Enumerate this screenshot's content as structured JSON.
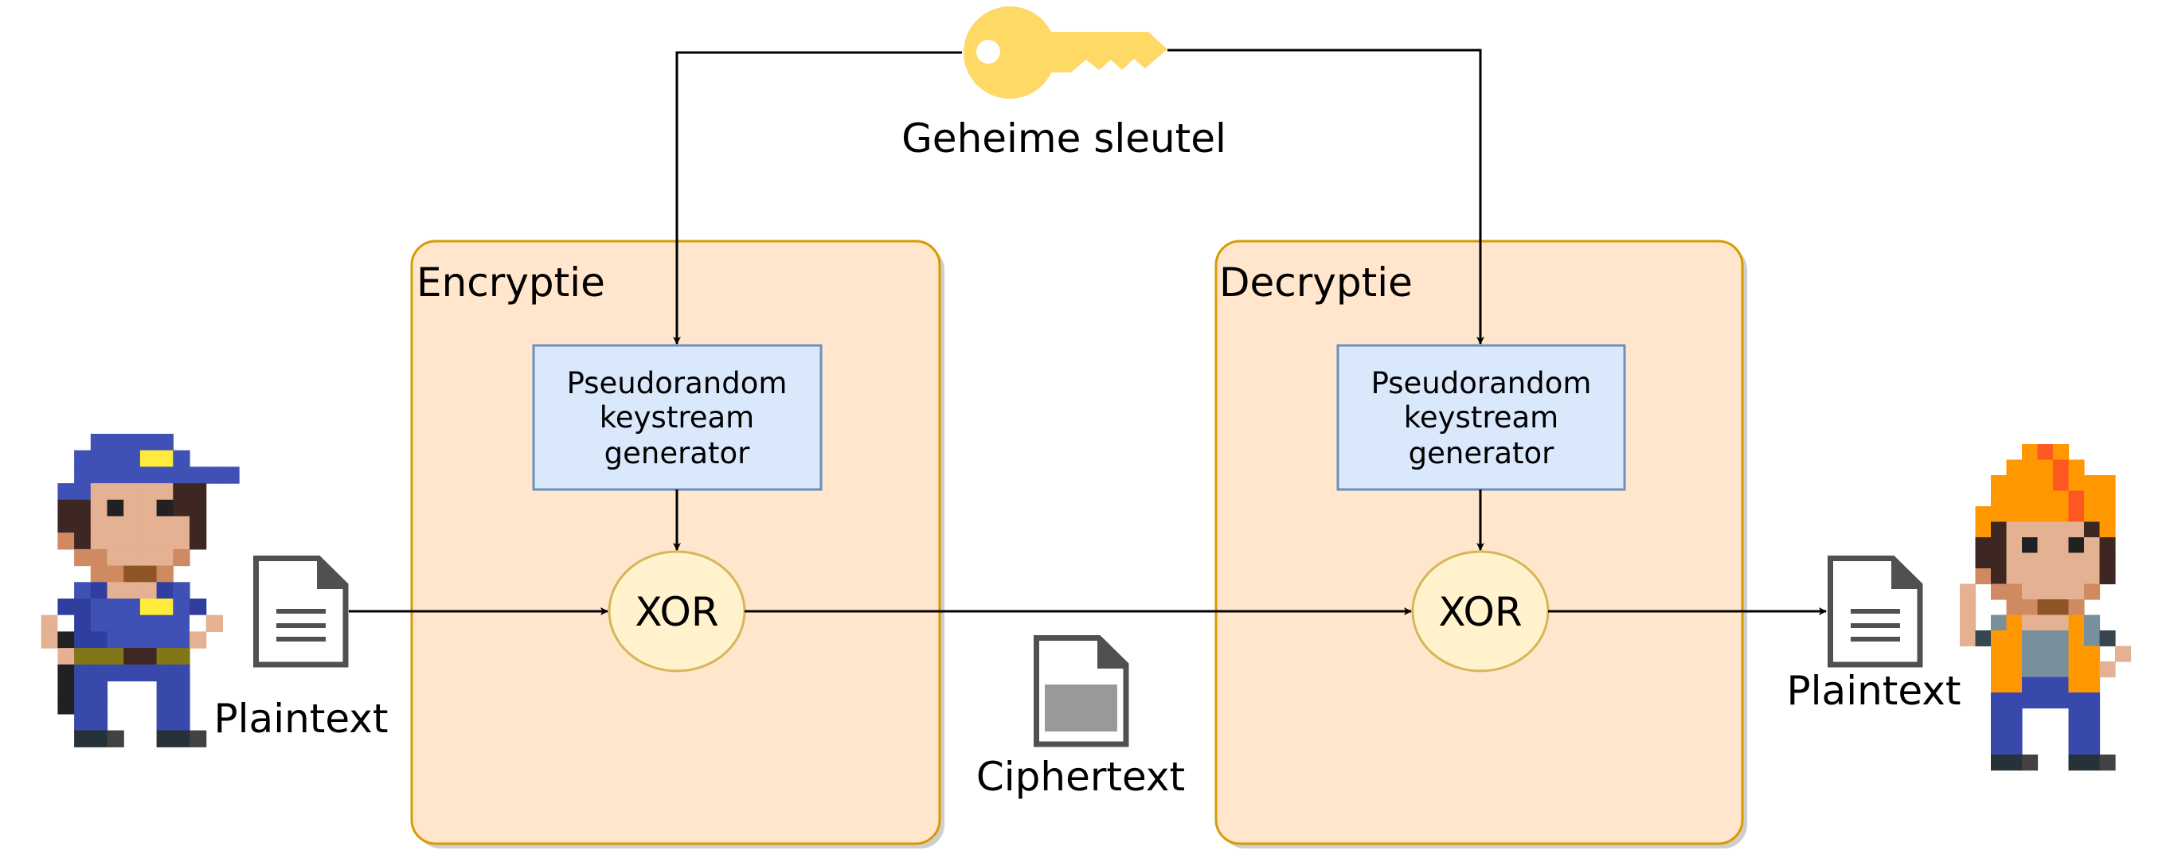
{
  "key": {
    "label": "Geheime sleutel",
    "icon": "key-icon",
    "color": "#FFD966"
  },
  "encryption": {
    "title": "Encryptie",
    "generator_lines": [
      "Pseudorandom",
      "keystream",
      "generator"
    ],
    "xor_label": "XOR"
  },
  "decryption": {
    "title": "Decryptie",
    "generator_lines": [
      "Pseudorandom",
      "keystream",
      "generator"
    ],
    "xor_label": "XOR"
  },
  "sender": {
    "plaintext_label": "Plaintext",
    "icon": "document-icon"
  },
  "ciphertext": {
    "label": "Ciphertext",
    "icon": "encrypted-document-icon"
  },
  "receiver": {
    "plaintext_label": "Plaintext",
    "icon": "document-icon"
  },
  "colors": {
    "container_fill": "#FFE6CC",
    "container_stroke": "#D79B00",
    "generator_fill": "#DAE8FC",
    "generator_stroke": "#6C8EBF",
    "xor_fill": "#FFF2CC",
    "xor_stroke": "#D6B656",
    "document": "#505050"
  }
}
